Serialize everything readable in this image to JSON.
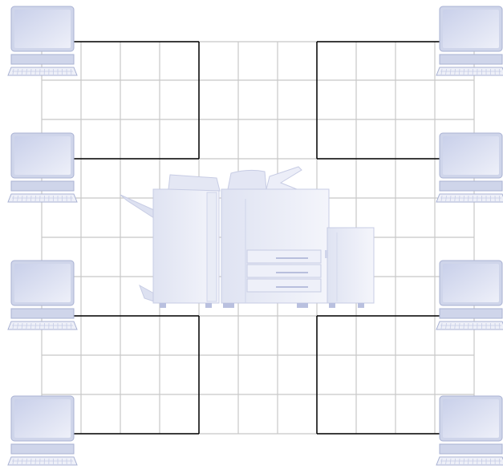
{
  "diagram": {
    "kind": "network-printer-illustration",
    "colors": {
      "grid": "#c8c8c8",
      "link": "#000000",
      "device_light": "#e9ecf6",
      "device_mid": "#cfd5ea",
      "device_dark": "#a9b2d3",
      "keyboard": "#eef0f8"
    },
    "computers": [
      {
        "id": "computer-top-left",
        "side": "left",
        "row": 1,
        "icon": "desktop-computer-icon"
      },
      {
        "id": "computer-upper-left",
        "side": "left",
        "row": 2,
        "icon": "desktop-computer-icon"
      },
      {
        "id": "computer-lower-left",
        "side": "left",
        "row": 3,
        "icon": "desktop-computer-icon"
      },
      {
        "id": "computer-bottom-left",
        "side": "left",
        "row": 4,
        "icon": "desktop-computer-icon"
      },
      {
        "id": "computer-top-right",
        "side": "right",
        "row": 1,
        "icon": "desktop-computer-icon"
      },
      {
        "id": "computer-upper-right",
        "side": "right",
        "row": 2,
        "icon": "desktop-computer-icon"
      },
      {
        "id": "computer-lower-right",
        "side": "right",
        "row": 3,
        "icon": "desktop-computer-icon"
      },
      {
        "id": "computer-bottom-right",
        "side": "right",
        "row": 4,
        "icon": "desktop-computer-icon"
      }
    ],
    "printer": {
      "id": "central-printer",
      "icon": "multifunction-printer-icon"
    }
  }
}
